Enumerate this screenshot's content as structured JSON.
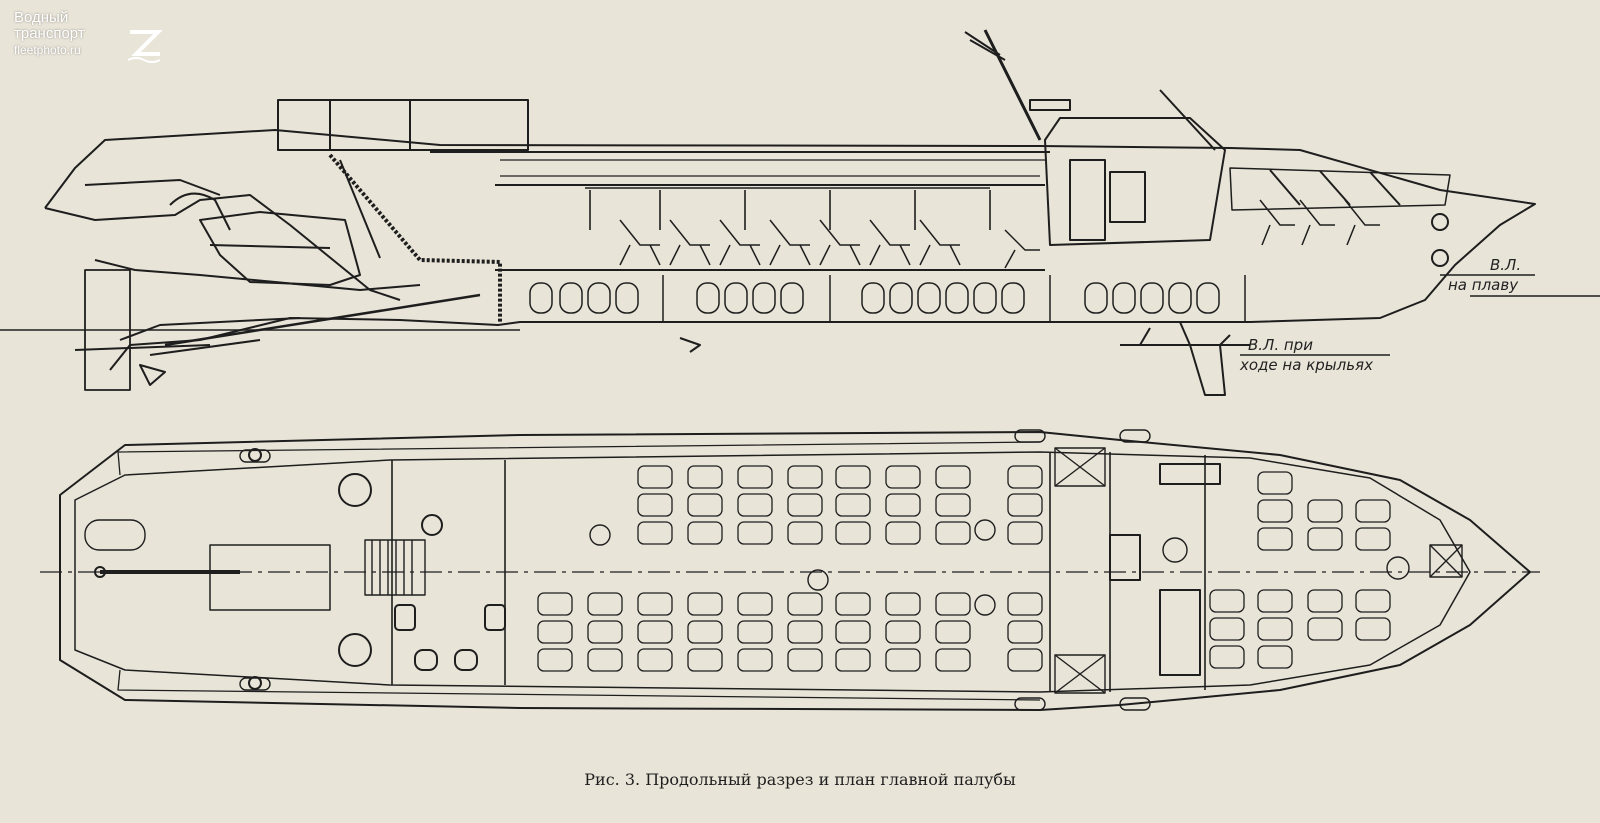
{
  "watermark": {
    "line1": "Водный",
    "line2": "транспорт",
    "line3": "fleetphoto.ru"
  },
  "labels": {
    "wl_afloat_1": "В.Л.",
    "wl_afloat_2": "на плаву",
    "wl_foils_1": "В.Л. при",
    "wl_foils_2": "ходе на крыльях"
  },
  "caption": "Рис. 3. Продольный разрез и план главной палубы",
  "colors": {
    "paper": "#e9e4d8",
    "ink": "#1e1e1e"
  }
}
